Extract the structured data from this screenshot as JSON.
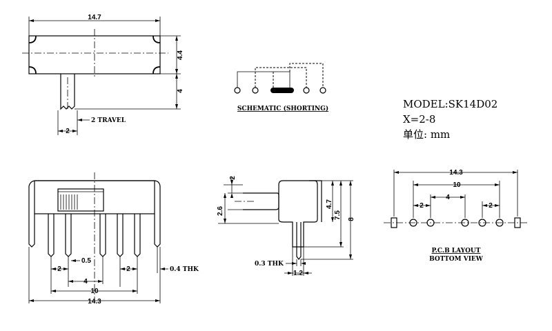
{
  "top_view": {
    "width_dim": "14.7",
    "height_dim": "4.4",
    "actuator_dim": "4",
    "travel_label": "2 TRAVEL",
    "travel_dim": "2"
  },
  "schematic": {
    "title": "SCHEMATIC (SHORTING)"
  },
  "model_info": {
    "model": "MODEL:SK14D02",
    "x_range": "X=2-8",
    "unit": "单位: mm"
  },
  "front_view": {
    "pitch_a": "2",
    "pin_width": "0.5",
    "thickness": "0.4 THK",
    "pitch_b": "2",
    "span_4": "4",
    "span_10": "10",
    "span_14_3": "14.3"
  },
  "side_view": {
    "act_width": "2",
    "act_height": "2.6",
    "dim_4_7": "4.7",
    "dim_7_5": "7.5",
    "dim_8": "8",
    "thk": "0.3 THK",
    "pin_dim": "1.2"
  },
  "pcb": {
    "overall": "14.3",
    "inner_10": "10",
    "inner_4": "4",
    "pitch_left": "2",
    "pitch_right": "2",
    "title": "P.C.B LAYOUT",
    "subtitle": "BOTTOM VIEW"
  }
}
